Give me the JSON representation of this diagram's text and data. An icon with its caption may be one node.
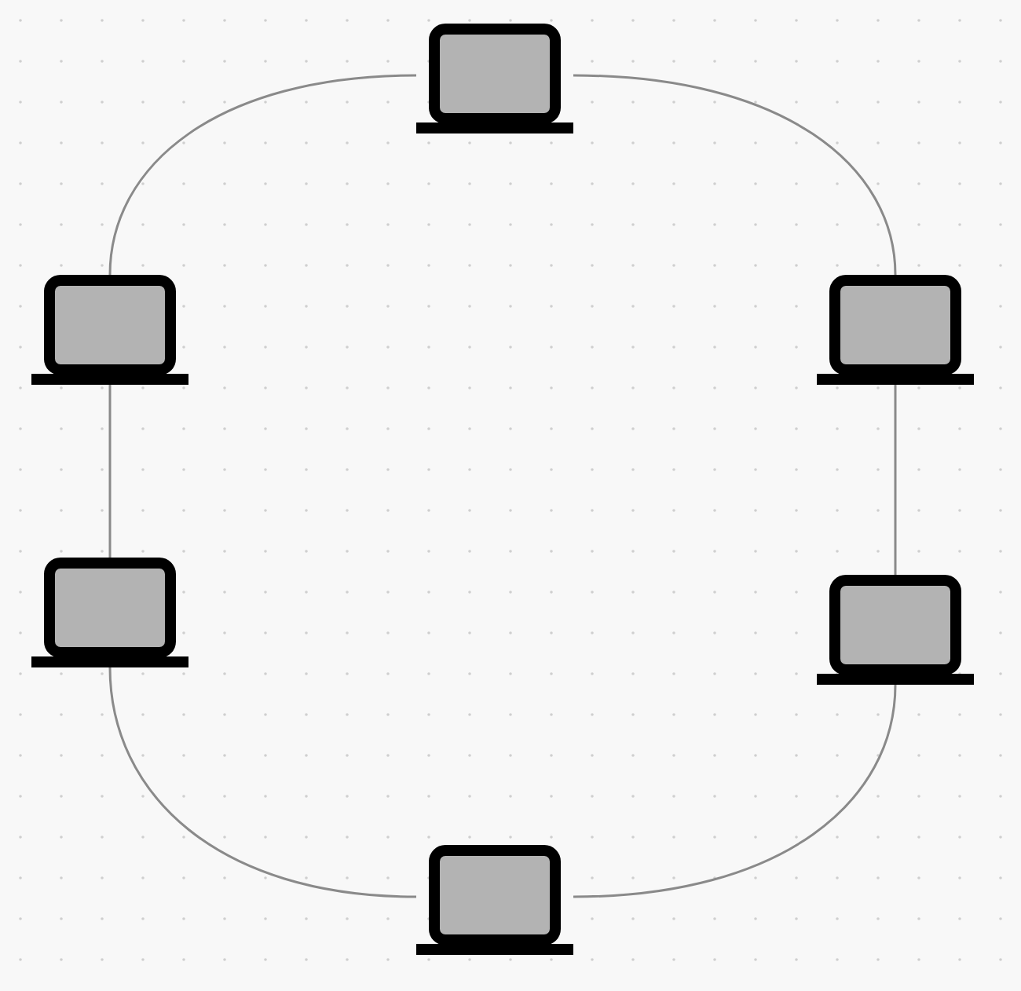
{
  "diagram": {
    "nodes": [
      {
        "text": [],
        "shape": "laptop"
      },
      {
        "text": [],
        "shape": "laptop"
      },
      {
        "text": [],
        "shape": "laptop"
      },
      {
        "text": [],
        "shape": "laptop"
      },
      {
        "text": [],
        "shape": "laptop"
      },
      {
        "text": [],
        "shape": "laptop"
      }
    ],
    "edges": [
      {
        "from": 0,
        "to": 1,
        "arrow": "none"
      },
      {
        "from": 1,
        "to": 3,
        "arrow": "none"
      },
      {
        "from": 3,
        "to": 5,
        "arrow": "none"
      },
      {
        "from": 5,
        "to": 4,
        "arrow": "none"
      },
      {
        "from": 4,
        "to": 2,
        "arrow": "none"
      },
      {
        "from": 2,
        "to": 0,
        "arrow": "none"
      }
    ]
  }
}
